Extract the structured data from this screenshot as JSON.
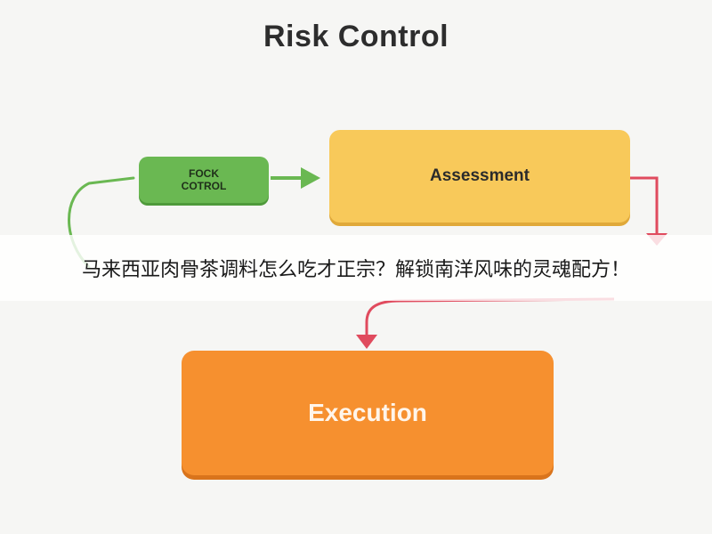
{
  "diagram": {
    "title": "Risk Control",
    "nodes": {
      "rock_control": "FOCK\nCOTROL",
      "assessment": "Assessment",
      "execution": "Execution"
    },
    "colors": {
      "green": "#6ab852",
      "yellow": "#f8c95a",
      "orange": "#f6902f",
      "arrow_green": "#6ab852",
      "arrow_red": "#e04b5e"
    }
  },
  "overlay": {
    "caption": "马来西亚肉骨茶调料怎么吃才正宗？解锁南洋风味的灵魂配方！"
  }
}
